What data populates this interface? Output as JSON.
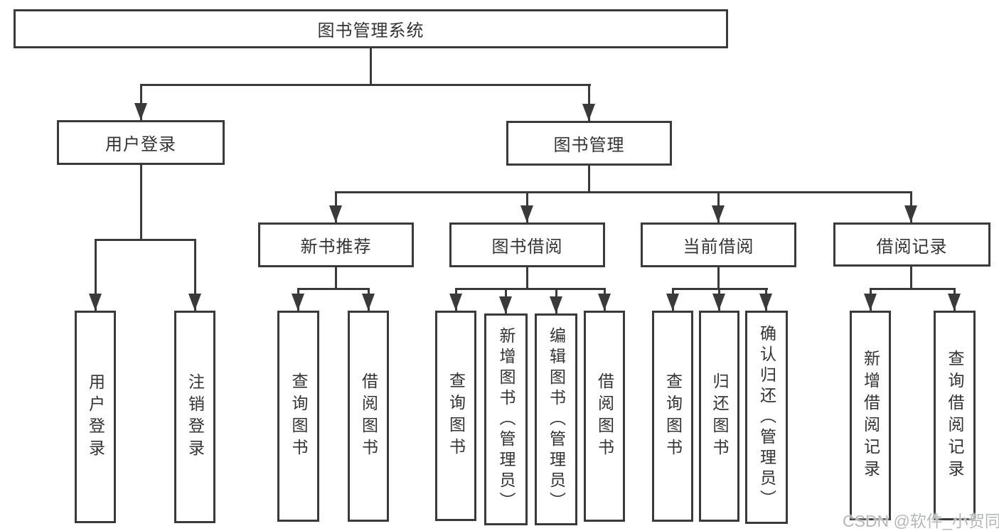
{
  "diagram": {
    "root": "图书管理系统",
    "level2": {
      "login": "用户登录",
      "management": "图书管理"
    },
    "level3": [
      "新书推荐",
      "图书借阅",
      "当前借阅",
      "借阅记录"
    ],
    "leaves": {
      "login": [
        "用户登录",
        "注销登录"
      ],
      "recommend": [
        "查询图书",
        "借阅图书"
      ],
      "borrow": [
        "查询图书",
        "新增图书（管理员）",
        "编辑图书（管理员）",
        "借阅图书"
      ],
      "current": [
        "查询图书",
        "归还图书",
        "确认归还（管理员）"
      ],
      "records": [
        "新增借阅记录",
        "查询借阅记录"
      ]
    }
  },
  "watermark": "CSDN @软件_小贺同学",
  "colors": {
    "line": "#3a3a3a",
    "text": "#333333",
    "background": "#ffffff",
    "watermark": "#b5b8b8"
  }
}
